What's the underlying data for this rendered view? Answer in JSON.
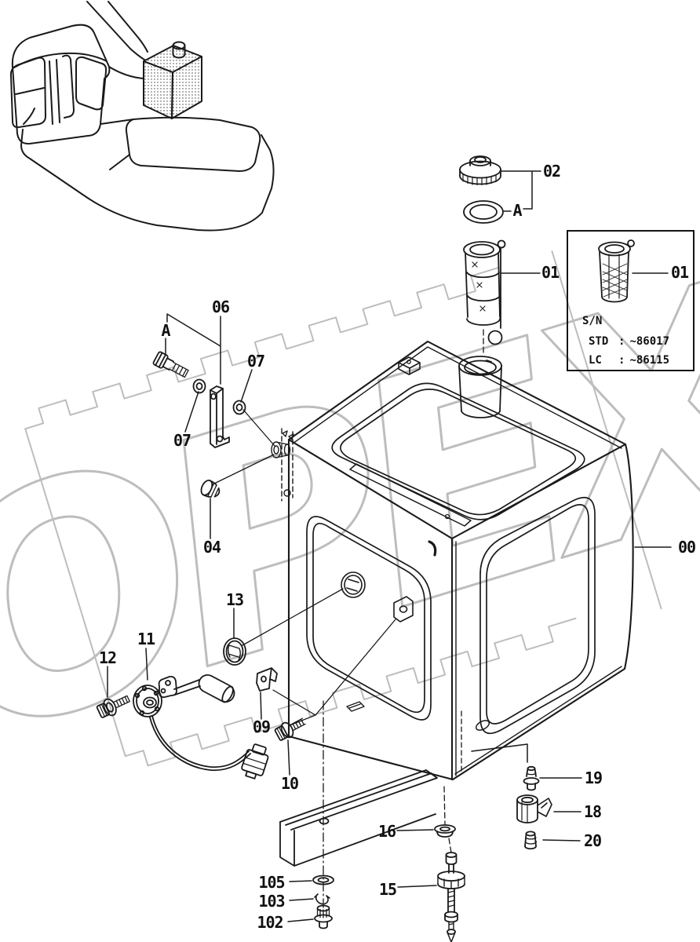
{
  "colors": {
    "line": "#1a1a1a",
    "watermark": "#bdbdbd",
    "background": "#ffffff"
  },
  "watermark": {
    "text": "OPEX"
  },
  "serial_box": {
    "title": "S/N",
    "separator": ":",
    "rows": [
      {
        "key": "STD",
        "value": "~86017"
      },
      {
        "key": "LC",
        "value": "~86115"
      }
    ]
  },
  "callouts": {
    "p00": "00",
    "p01": "01",
    "p01_inset": "01",
    "p02": "02",
    "a_top": "A",
    "a_left": "A",
    "p04": "04",
    "p06": "06",
    "p07_upper": "07",
    "p07_lower": "07",
    "p09": "09",
    "p10": "10",
    "p11": "11",
    "p12": "12",
    "p13": "13",
    "p15": "15",
    "p16": "16",
    "p18": "18",
    "p19": "19",
    "p20": "20",
    "p102": "102",
    "p103": "103",
    "p105": "105"
  }
}
